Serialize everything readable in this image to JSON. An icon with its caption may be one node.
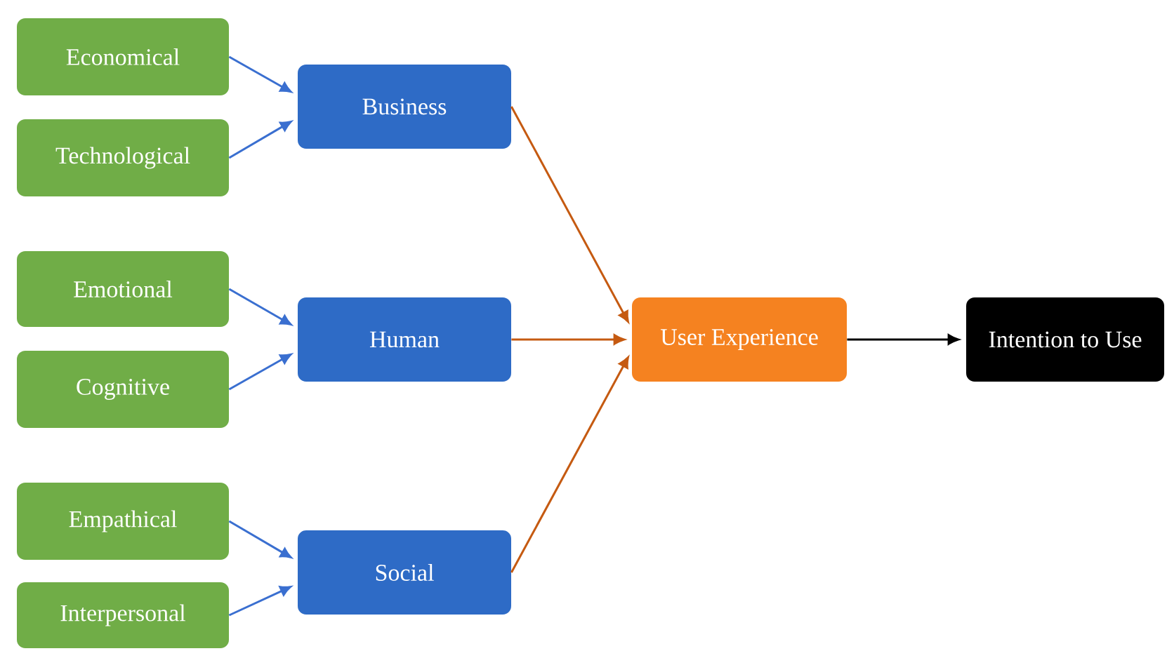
{
  "diagram": {
    "nodes": [
      {
        "text": [
          "Economical"
        ]
      },
      {
        "text": [
          "Technological"
        ]
      },
      {
        "text": [
          "Emotional"
        ]
      },
      {
        "text": [
          "Cognitive"
        ]
      },
      {
        "text": [
          "Empathical"
        ]
      },
      {
        "text": [
          "Interpersonal"
        ]
      },
      {
        "text": [
          "Business"
        ]
      },
      {
        "text": [
          "Human"
        ]
      },
      {
        "text": [
          "Social"
        ]
      },
      {
        "text": [
          "User Experience"
        ]
      },
      {
        "text": [
          "Intention to Use"
        ]
      }
    ],
    "edges": [
      {
        "from": 0,
        "to": 6,
        "arrow": "to"
      },
      {
        "from": 1,
        "to": 6,
        "arrow": "to"
      },
      {
        "from": 2,
        "to": 7,
        "arrow": "to"
      },
      {
        "from": 3,
        "to": 7,
        "arrow": "to"
      },
      {
        "from": 4,
        "to": 8,
        "arrow": "to"
      },
      {
        "from": 5,
        "to": 8,
        "arrow": "to"
      },
      {
        "from": 6,
        "to": 9,
        "arrow": "to",
        "color": "#c55a11"
      },
      {
        "from": 7,
        "to": 9,
        "arrow": "to",
        "color": "#c55a11"
      },
      {
        "from": 8,
        "to": 9,
        "arrow": "to",
        "color": "#c55a11"
      },
      {
        "from": 9,
        "to": 10,
        "arrow": "to",
        "color": "#000000"
      }
    ]
  }
}
